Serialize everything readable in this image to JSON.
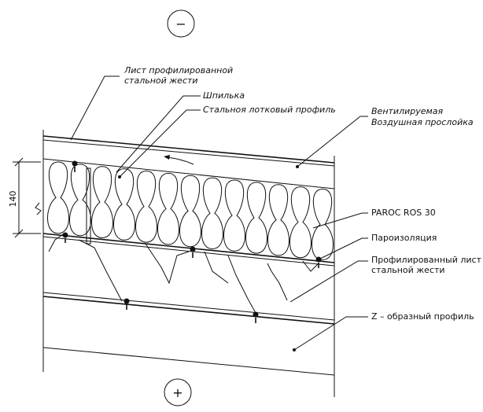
{
  "symbols": {
    "top": "−",
    "bottom": "+"
  },
  "dimension": {
    "value": "140"
  },
  "labels": {
    "profiled_sheet_top_1": "Лист профилированной",
    "profiled_sheet_top_2": "стальной жести",
    "stud": "Шпилька",
    "tray_profile": "Стальноя лотковый профиль",
    "ventilated_1": "Вентилируемая",
    "ventilated_2": "Воздушная прослойка",
    "paroc": "PAROC ROS 30",
    "vapor_barrier": "Пароизоляция",
    "profiled_sheet_right_1": "Профилированный лист",
    "profiled_sheet_right_2": "стальной жести",
    "z_profile": "Z – образный профиль"
  }
}
